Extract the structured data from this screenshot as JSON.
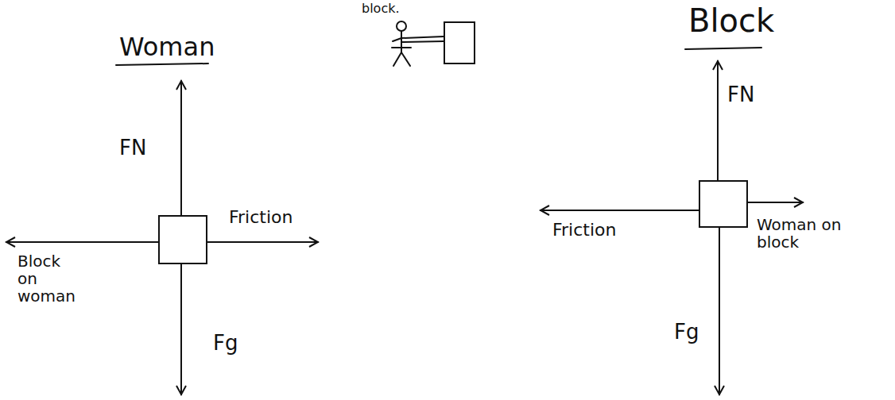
{
  "diagram": {
    "labels": [
      "block.",
      "Woman",
      "FN",
      "Friction",
      "Block on woman",
      "Fg",
      "Block",
      "FN",
      "Friction",
      "Woman on block",
      "Fg"
    ]
  }
}
